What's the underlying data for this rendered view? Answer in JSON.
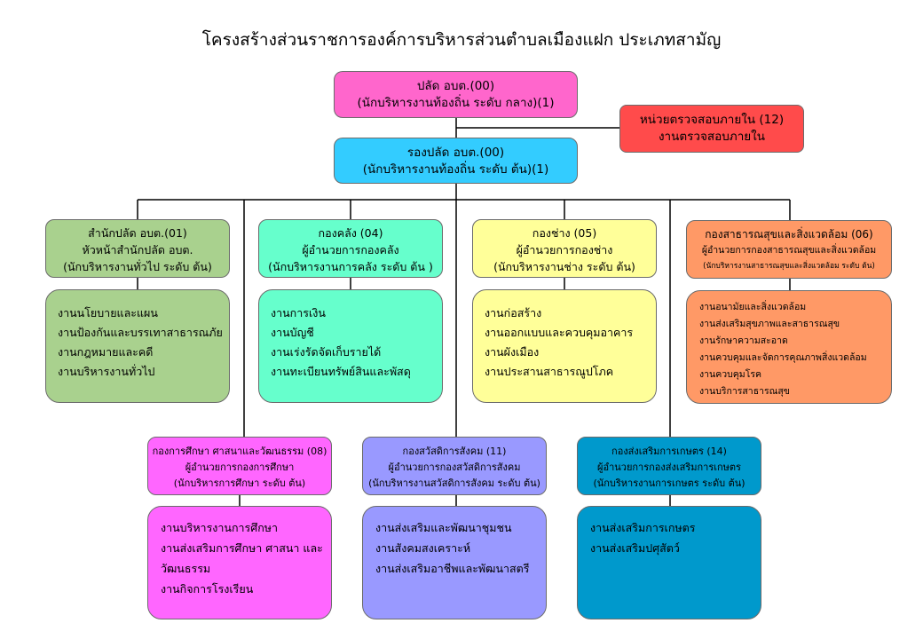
{
  "title": "โครงสร้างส่วนราชการองค์การบริหารส่วนตำบลเมืองแฝก ประเภทสามัญ",
  "colors": {
    "palat": "#ff66cc",
    "internal_audit": "#ff4b4b",
    "rong_palat": "#33ccff",
    "office": "#a9d18e",
    "finance": "#66ffcc",
    "engineering": "#ffff99",
    "health": "#ff9966",
    "education": "#ff66ff",
    "welfare": "#9999ff",
    "agriculture": "#0099cc"
  },
  "palat": {
    "line1": "ปลัด อบต.(00)",
    "line2": "(นักบริหารงานท้องถิ่น  ระดับ กลาง)(1)"
  },
  "internal_audit": {
    "line1": "หน่วยตรวจสอบภายใน (12)",
    "line2": "งานตรวจสอบภายใน"
  },
  "rong_palat": {
    "line1": "รองปลัด อบต.(00)",
    "line2": "(นักบริหารงานท้องถิ่น  ระดับ ต้น)(1)"
  },
  "office": {
    "line1": "สำนักปลัด อบต.(01)",
    "line2": "หัวหน้าสำนักปลัด อบต.",
    "line3": "(นักบริหารงานทั่วไป ระดับ ต้น)",
    "items": [
      "งานนโยบายและแผน",
      "งานป้องกันและบรรเทาสาธารณภัย",
      "งานกฎหมายและคดี",
      "งานบริหารงานทั่วไป"
    ]
  },
  "finance": {
    "line1": "กองคลัง (04)",
    "line2": "ผู้อำนวยการกองคลัง",
    "line3": "(นักบริหารงานการคลัง ระดับ ต้น )",
    "items": [
      "งานการเงิน",
      "งานบัญชี",
      "งานเร่งรัดจัดเก็บรายได้",
      "งานทะเบียนทรัพย์สินและพัสดุ"
    ]
  },
  "engineering": {
    "line1": "กองช่าง (05)",
    "line2": "ผู้อำนวยการกองช่าง",
    "line3": "(นักบริหารงานช่าง ระดับ ต้น)",
    "items": [
      "งานก่อสร้าง",
      "งานออกแบบและควบคุมอาคาร",
      "งานผังเมือง",
      "งานประสานสาธารณูปโภค"
    ]
  },
  "health": {
    "line1": "กองสาธารณสุขและสิ่งแวดล้อม (06)",
    "line2": "ผู้อำนวยการกองสาธารณสุขและสิ่งแวดล้อม",
    "line3": "(นักบริหารงานสาธารณสุขและสิ่งแวดล้อม ระดับ ต้น)",
    "items": [
      "งานอนามัยและสิ่งแวดล้อม",
      "งานส่งเสริมสุขภาพและสาธารณสุข",
      "งานรักษาความสะอาด",
      "งานควบคุมและจัดการคุณภาพสิ่งแวดล้อม",
      "งานควบคุมโรค",
      "งานบริการสาธารณสุข"
    ]
  },
  "education": {
    "line1": "กองการศึกษา ศาสนาและวัฒนธรรม (08)",
    "line2": "ผู้อำนวยการกองการศึกษา",
    "line3": "(นักบริหารการศึกษา ระดับ ต้น)",
    "items": [
      "งานบริหารงานการศึกษา",
      "งานส่งเสริมการศึกษา ศาสนา และ",
      "วัฒนธรรม",
      "งานกิจการโรงเรียน"
    ]
  },
  "welfare": {
    "line1": "กองสวัสดิการสังคม (11)",
    "line2": "ผู้อำนวยการกองสวัสดิการสังคม",
    "line3": "(นักบริหารงานสวัสดิการสังคม ระดับ ต้น)",
    "items": [
      "งานส่งเสริมและพัฒนาชุมชน",
      "งานสังคมสงเคราะห์",
      "งานส่งเสริมอาชีพและพัฒนาสตรี"
    ]
  },
  "agriculture": {
    "line1": "กองส่งเสริมการเกษตร (14)",
    "line2": "ผู้อำนวยการกองส่งเสริมการเกษตร",
    "line3": "(นักบริหารงานการเกษตร ระดับ ต้น)",
    "items": [
      "งานส่งเสริมการเกษตร",
      "งานส่งเสริมปศุสัตว์"
    ]
  }
}
